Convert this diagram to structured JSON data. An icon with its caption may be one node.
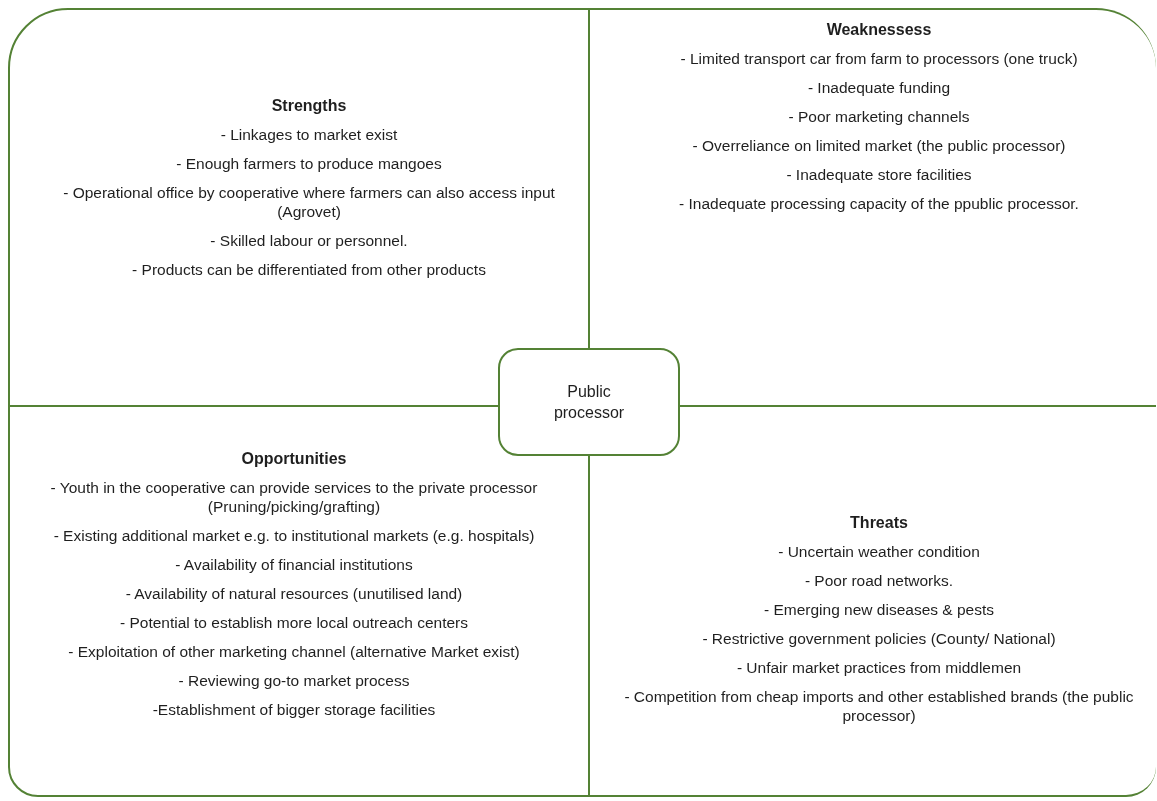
{
  "diagram": {
    "nodes": [
      {
        "text": [
          "Strengths",
          "- Linkages to market exist",
          "- Enough farmers to produce mangoes",
          "- Operational office by cooperative where farmers can also access input (Agrovet)",
          "- Skilled labour or personnel.",
          "- Products can be differentiated from other products"
        ]
      },
      {
        "text": [
          "Weaknessess",
          "- Limited transport car from farm to processors (one truck)",
          "- Inadequate funding",
          "- Poor marketing channels",
          "- Overreliance on limited market (the  public processor)",
          "- Inadequate store facilities",
          "- Inadequate processing capacity of the ppublic processor."
        ]
      },
      {
        "text": [
          "Opportunities",
          "- Youth in the cooperative can provide services to the private processor (Pruning/picking/grafting)",
          "- Existing additional market e.g.  to institutional markets (e.g. hospitals)",
          "- Availability of financial institutions",
          "- Availability of natural resources (unutilised land)",
          "- Potential to establish more local outreach centers",
          "- Exploitation of other marketing channel (alternative Market exist)",
          "- Reviewing go-to market process",
          "-Establishment of bigger storage facilities"
        ]
      },
      {
        "text": [
          "Threats",
          "- Uncertain weather condition",
          "- Poor road networks.",
          "- Emerging new diseases & pests",
          "- Restrictive government policies (County/ National)",
          "- Unfair market practices from middlemen",
          "- Competition from cheap imports and other established brands (the public processor)"
        ]
      },
      {
        "text": [
          "Public processor"
        ]
      }
    ]
  }
}
